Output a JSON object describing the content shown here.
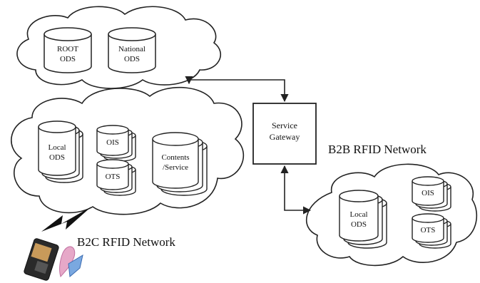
{
  "diagram": {
    "clouds": {
      "top": {
        "databases": [
          {
            "lines": [
              "ROOT",
              "ODS"
            ]
          },
          {
            "lines": [
              "National",
              "ODS"
            ]
          }
        ]
      },
      "b2c": {
        "label": "B2C RFID Network",
        "databases": [
          {
            "lines": [
              "Local",
              "ODS"
            ]
          },
          {
            "lines": [
              "OIS"
            ]
          },
          {
            "lines": [
              "OTS"
            ]
          },
          {
            "lines": [
              "Contents",
              "/Service"
            ]
          }
        ]
      },
      "b2b": {
        "label": "B2B RFID Network",
        "databases": [
          {
            "lines": [
              "Local",
              "ODS"
            ]
          },
          {
            "lines": [
              "OIS"
            ]
          },
          {
            "lines": [
              "OTS"
            ]
          }
        ]
      }
    },
    "gateway": {
      "lines": [
        "Service",
        "Gateway"
      ]
    },
    "icons": [
      "lightning-bolt-icon",
      "mobile-reader-icon"
    ]
  }
}
